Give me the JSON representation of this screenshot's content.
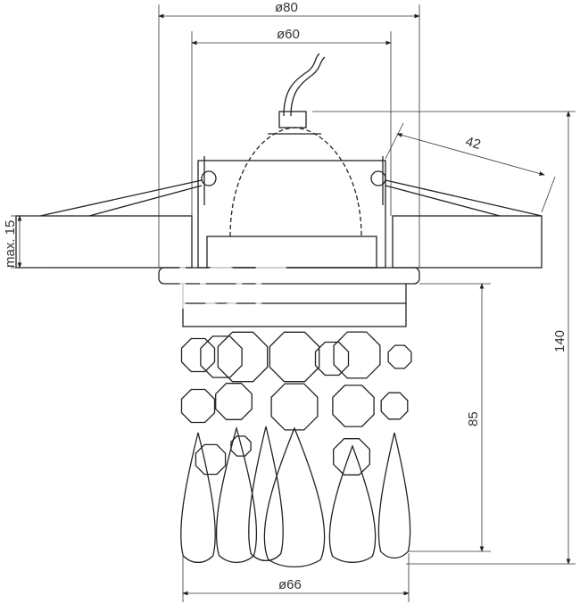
{
  "dimensions": {
    "outer_diameter": "ø80",
    "inner_diameter": "ø60",
    "spring_length": "42",
    "ceiling_thickness": "max. 15",
    "total_height": "140",
    "visible_height": "85",
    "crystal_diameter": "ø66"
  },
  "watermark": "lightstar"
}
